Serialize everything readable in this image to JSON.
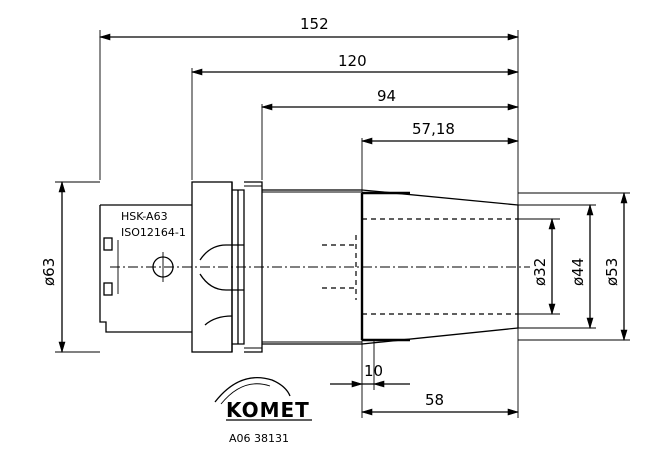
{
  "dimensions": {
    "overall_length": "152",
    "length_120": "120",
    "length_94": "94",
    "length_57": "57,18",
    "dia_flange": "ø63",
    "dia_bore": "ø32",
    "dia_44": "ø44",
    "dia_53": "ø53",
    "depth_10": "10",
    "length_58": "58"
  },
  "labels": {
    "interface": "HSK-A63",
    "standard": "ISO12164-1"
  },
  "brand": {
    "name": "KOMET",
    "part_number": "A06 38131"
  }
}
